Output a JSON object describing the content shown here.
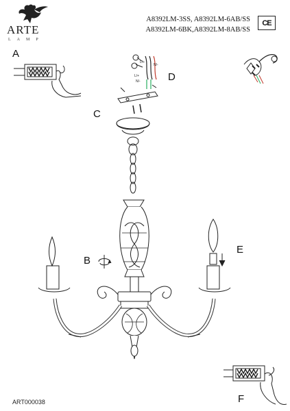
{
  "brand": {
    "name": "ARTE",
    "tagline": "LAMP"
  },
  "models": {
    "line1": "A8392LM-3SS, A8392LM-6AB/SS",
    "line2": "A8392LM-6BK,A8392LM-8AB/SS"
  },
  "certification": "CE",
  "steps": {
    "a": "A",
    "b": "B",
    "c": "C",
    "d": "D",
    "e": "E",
    "f": "F"
  },
  "wiring_labels": {
    "l_top": "L/+",
    "n_top": "N/-",
    "l_bottom": "L/+",
    "n_bottom": "N/-"
  },
  "article_code": "ART000038"
}
